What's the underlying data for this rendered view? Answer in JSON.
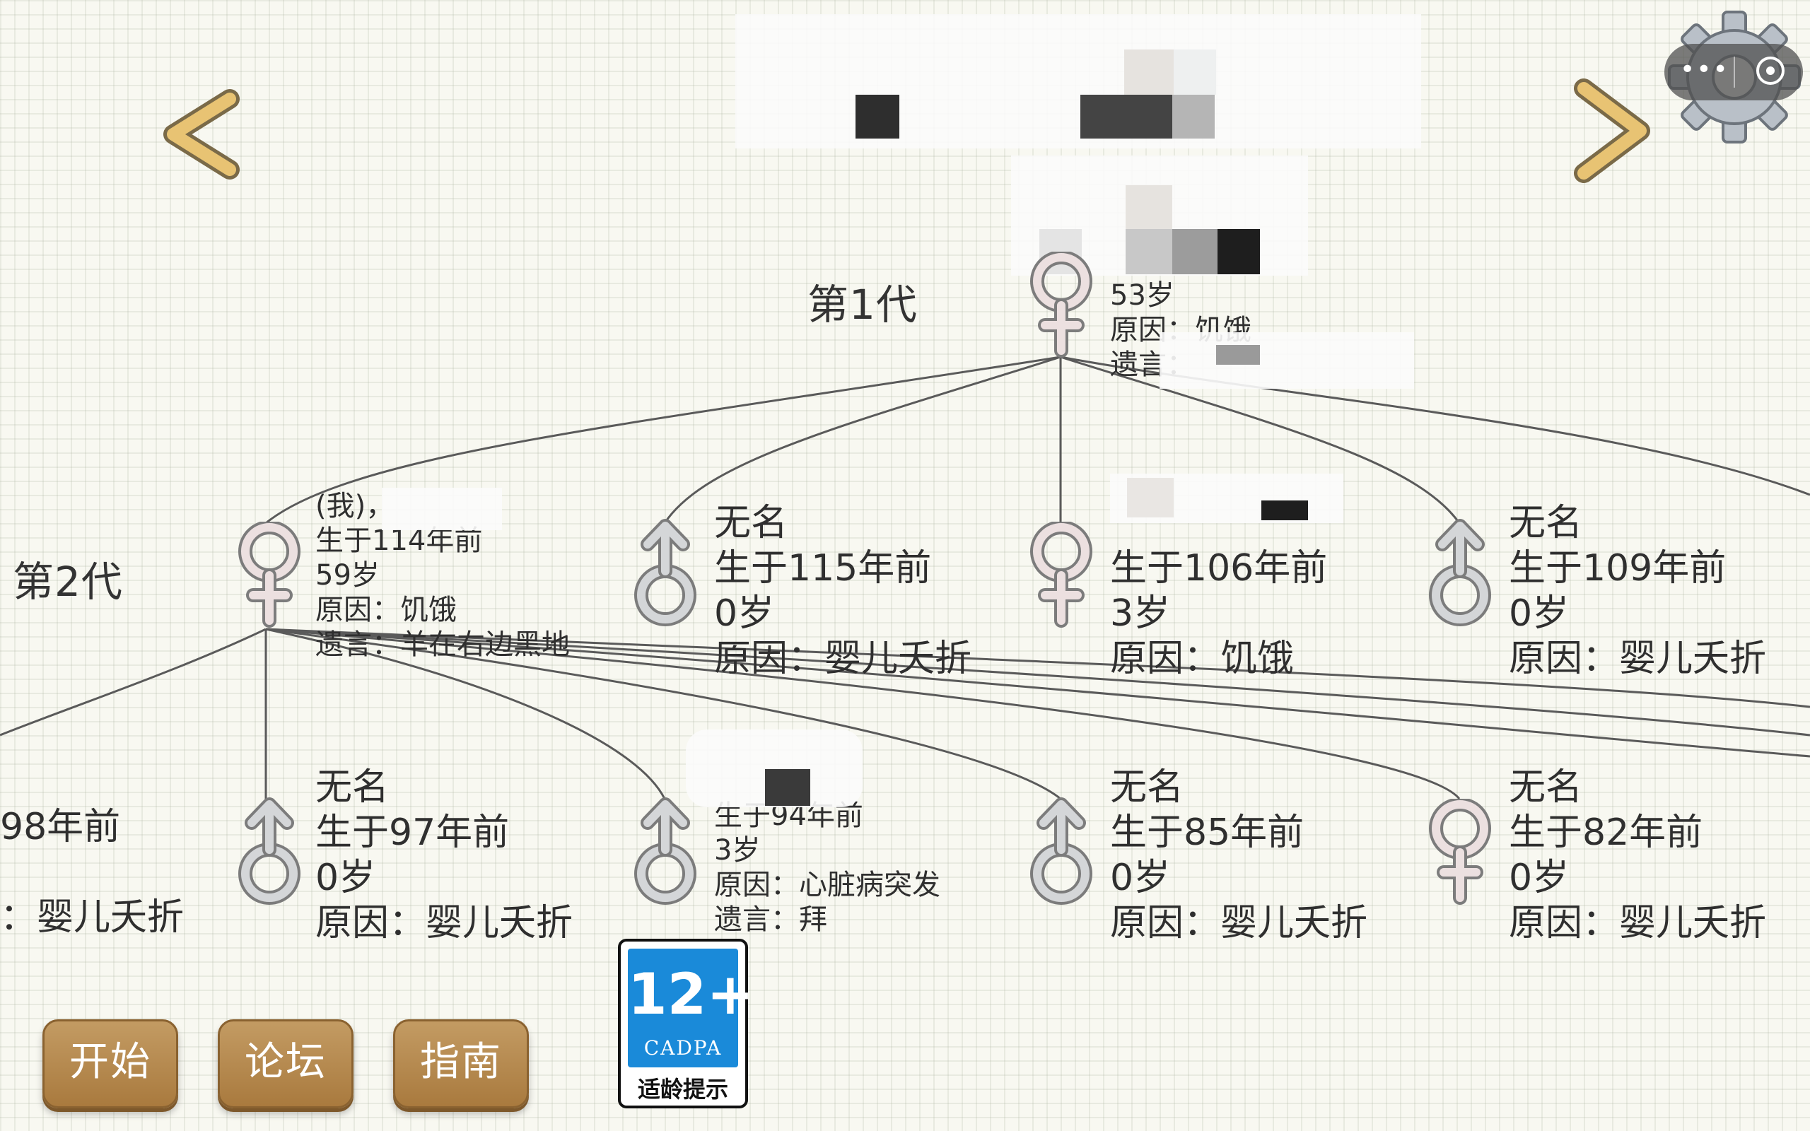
{
  "generations": [
    {
      "label": "第1代"
    },
    {
      "label": "第2代"
    }
  ],
  "gen1": {
    "founder": {
      "gender": "female",
      "age": "53岁",
      "cause": "原因：饥饿",
      "will": "遗言："
    }
  },
  "gen2": [
    {
      "gender": "female",
      "name": "(我)，",
      "born": "生于114年前",
      "age": "59岁",
      "cause": "原因：饥饿",
      "will": "遗言：羊在右边黑地"
    },
    {
      "gender": "male",
      "name": "无名",
      "born": "生于115年前",
      "age": "0岁",
      "cause": "原因：婴儿夭折"
    },
    {
      "gender": "female",
      "name": "",
      "born": "生于106年前",
      "age": "3岁",
      "cause": "原因：饥饿"
    },
    {
      "gender": "male",
      "name": "无名",
      "born": "生于109年前",
      "age": "0岁",
      "cause": "原因：婴儿夭折"
    }
  ],
  "gen3": [
    {
      "gender": "",
      "name": "",
      "born": "98年前",
      "age": "",
      "cause": "：婴儿夭折"
    },
    {
      "gender": "male",
      "name": "无名",
      "born": "生于97年前",
      "age": "0岁",
      "cause": "原因：婴儿夭折"
    },
    {
      "gender": "male",
      "name": "",
      "born": "生于94年前",
      "age": "3岁",
      "cause": "原因：心脏病突发",
      "will": "遗言：拜"
    },
    {
      "gender": "male",
      "name": "无名",
      "born": "生于85年前",
      "age": "0岁",
      "cause": "原因：婴儿夭折"
    },
    {
      "gender": "female",
      "name": "无名",
      "born": "生于82年前",
      "age": "0岁",
      "cause": "原因：婴儿夭折"
    }
  ],
  "buttons": {
    "start": "开始",
    "forum": "论坛",
    "guide": "指南"
  },
  "age_rating": {
    "number": "12+",
    "org": "CADPA",
    "tip": "适龄提示"
  },
  "icons": {
    "prev": "chevron-left-icon",
    "next": "chevron-right-icon",
    "settings": "gear-icon",
    "capsule_more": "more-dots-icon",
    "capsule_close": "close-target-icon"
  },
  "colors": {
    "button": "#b48a50",
    "rating_blue": "#1a8ad9",
    "symbol_pink": "#e6d2d2",
    "symbol_gray": "#c8cacd"
  }
}
